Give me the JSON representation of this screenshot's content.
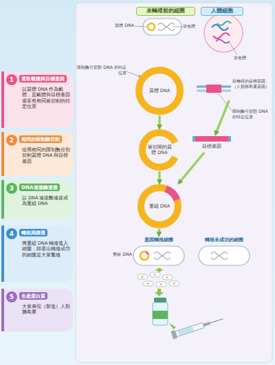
{
  "diagram": {
    "nodes": [
      {
        "text": [
          "未轉殖前的細菌"
        ]
      },
      {
        "text": [
          "人體細胞"
        ]
      },
      {
        "text": [
          "1",
          "選取載體與目標基因",
          "以質體 DNA 作為載體，且載體與目標基因需要有相同被切割的特定位置"
        ]
      },
      {
        "text": [
          "質體 DNA"
        ]
      },
      {
        "text": [
          "欲轉殖的目標基因 （人類胰島素基因）"
        ]
      },
      {
        "text": [
          "2",
          "相同的限制酶切割",
          "使用相同的限制酶分別切割質體 DNA 與目標基因"
        ]
      },
      {
        "text": [
          "被切開的質體 DNA"
        ]
      },
      {
        "text": [
          "目標基因"
        ]
      },
      {
        "text": [
          "3",
          "DNA連接酶連接",
          "以 DNA 連接酶連接成為重組 DNA"
        ]
      },
      {
        "text": [
          "重組 DNA"
        ]
      },
      {
        "text": [
          "4",
          "轉殖與篩選",
          "將重組 DNA 轉殖進入細菌，篩選出轉殖成功的細菌並大量繁殖"
        ]
      },
      {
        "text": [
          "基因轉殖細菌"
        ]
      },
      {
        "text": [
          "轉殖未成功的細菌"
        ]
      },
      {
        "text": [
          "5",
          "生產蛋白質",
          "大量表現（製造）人類胰島素"
        ]
      }
    ],
    "edges": [
      {
        "from": 3,
        "to": 6,
        "arrow": "to"
      },
      {
        "from": 4,
        "to": 7,
        "arrow": "to"
      },
      {
        "from": 6,
        "to": 9,
        "arrow": "to"
      },
      {
        "from": 7,
        "to": 9,
        "arrow": "to"
      },
      {
        "from": 9,
        "to": 11,
        "arrow": "to"
      }
    ],
    "labels": [
      "質體 DNA",
      "染色體",
      "染色體",
      "限制酶可切割 DNA 的特定位置",
      "限制酶可切割 DNA 的特定位置",
      "重組 DNA"
    ]
  }
}
